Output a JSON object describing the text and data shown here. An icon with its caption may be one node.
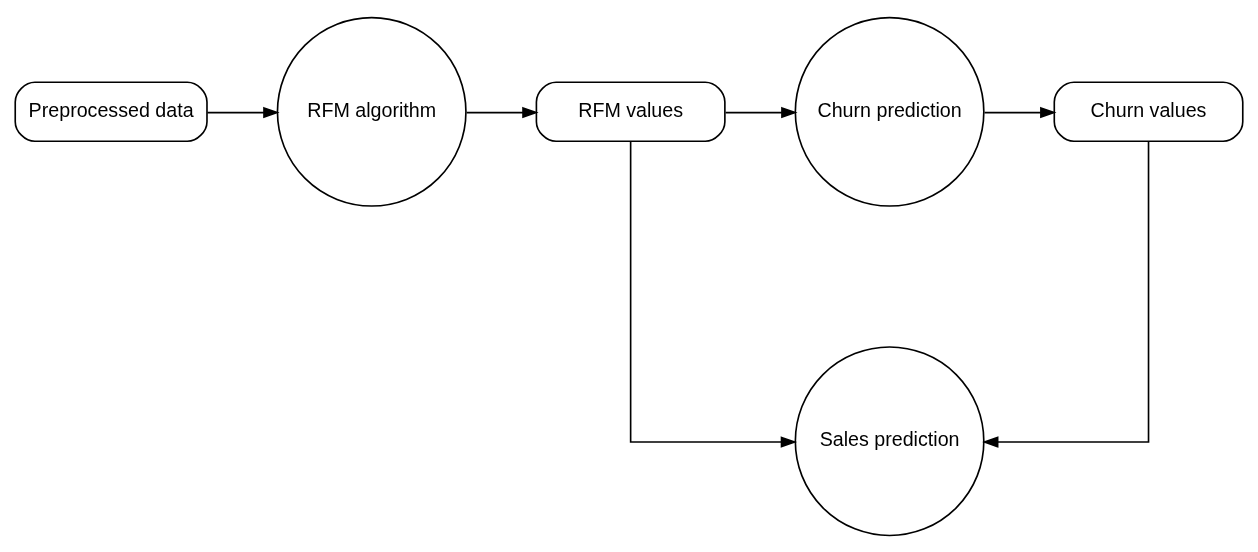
{
  "diagram": {
    "nodes": [
      {
        "text": [
          "Preprocessed data"
        ]
      },
      {
        "text": [
          "RFM algorithm"
        ]
      },
      {
        "text": [
          "RFM values"
        ]
      },
      {
        "text": [
          "Churn prediction"
        ]
      },
      {
        "text": [
          "Churn values"
        ]
      },
      {
        "text": [
          "Sales prediction"
        ]
      }
    ],
    "edges": [
      {
        "from": 0,
        "to": 1,
        "arrow": "to"
      },
      {
        "from": 1,
        "to": 2,
        "arrow": "to"
      },
      {
        "from": 2,
        "to": 3,
        "arrow": "to"
      },
      {
        "from": 3,
        "to": 4,
        "arrow": "to"
      },
      {
        "from": 2,
        "to": 5,
        "arrow": "to"
      },
      {
        "from": 4,
        "to": 5,
        "arrow": "to"
      }
    ]
  }
}
